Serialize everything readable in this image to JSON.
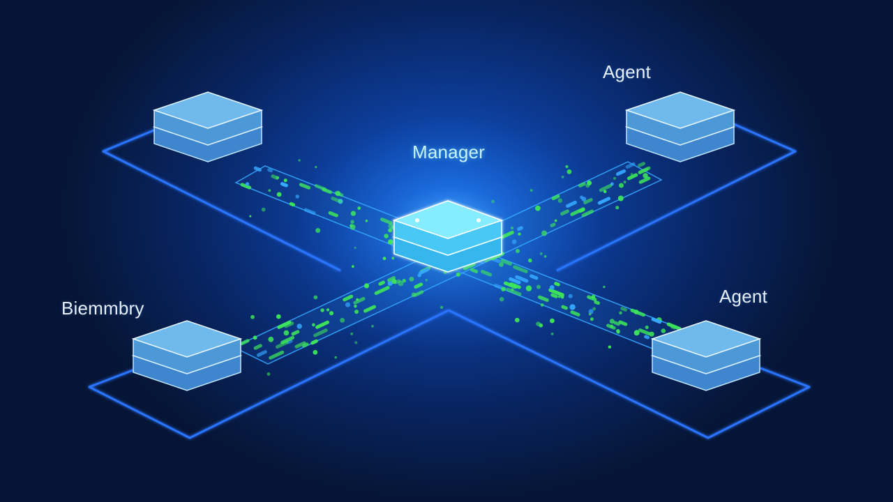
{
  "labels": {
    "manager": "Manager",
    "agent_top_right": "Agent",
    "agent_bottom_right": "Agent",
    "node_bottom_left": "Biemmbry"
  },
  "colors": {
    "background": "#071535",
    "glow": "#1561d8",
    "frame_line": "#2a74ff",
    "node_face": "#5db3e8",
    "manager_face": "#7ef0ff",
    "data_packet": "#3ee65a",
    "label_text": "#e6eef8"
  },
  "nodes": [
    {
      "id": "top-left",
      "label": ""
    },
    {
      "id": "top-right",
      "label": "Agent"
    },
    {
      "id": "bottom-left",
      "label": "Biemmbry"
    },
    {
      "id": "bottom-right",
      "label": "Agent"
    },
    {
      "id": "manager",
      "label": "Manager"
    }
  ]
}
